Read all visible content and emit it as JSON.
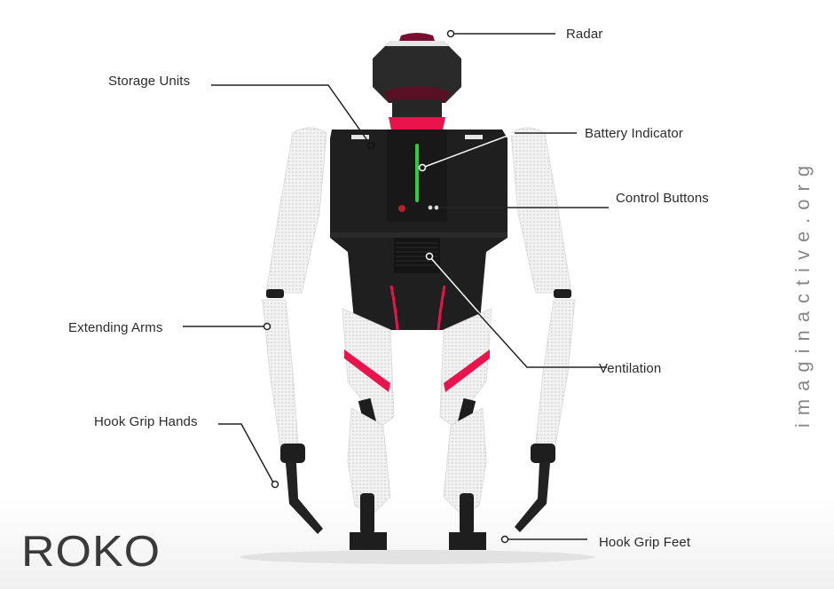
{
  "title": "ROKO",
  "watermark": "imaginactive.org",
  "labels": {
    "radar": "Radar",
    "storage_units": "Storage Units",
    "battery_indicator": "Battery Indicator",
    "control_buttons": "Control Buttons",
    "extending_arms": "Extending Arms",
    "ventilation": "Ventilation",
    "hook_grip_hands": "Hook Grip Hands",
    "hook_grip_feet": "Hook Grip Feet"
  },
  "colors": {
    "body": "#1e1e1e",
    "accent_pink": "#e8144b",
    "battery_green": "#2ecc40",
    "shell_white": "#ededed",
    "leader_line": "#222222"
  }
}
